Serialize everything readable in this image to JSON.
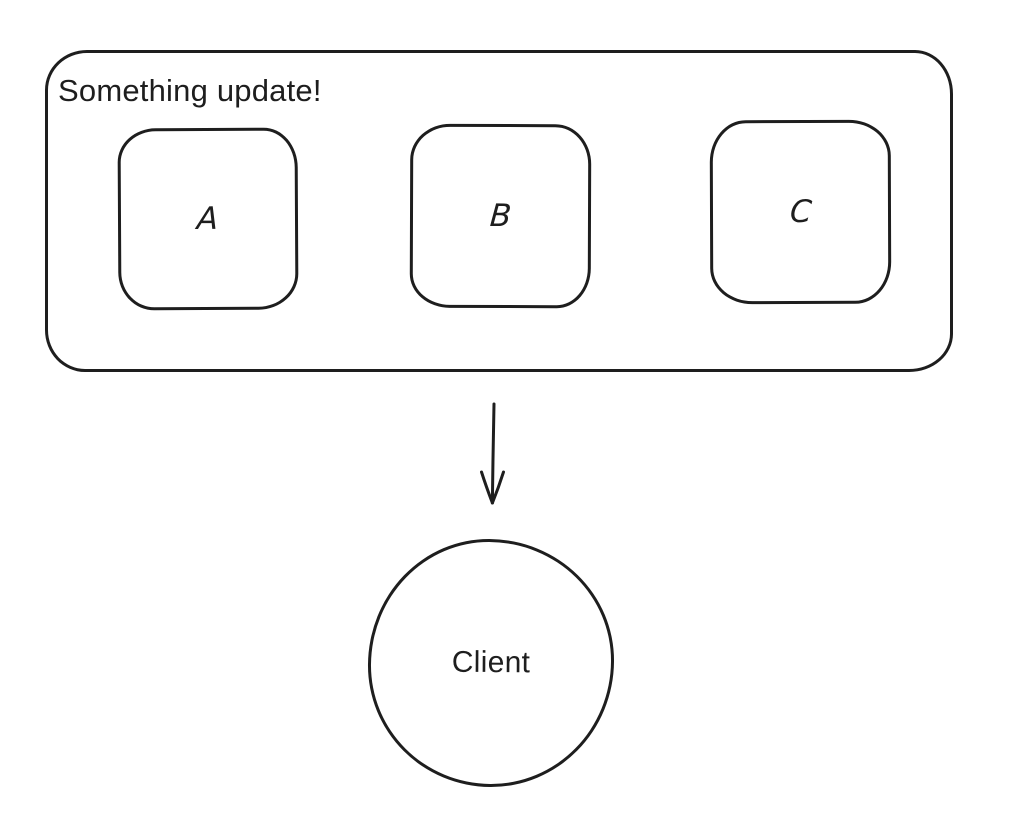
{
  "diagram": {
    "background_color": "#ffffff",
    "stroke_color": "#1e1e1e",
    "group": {
      "title": "Something update!",
      "nodes": [
        {
          "label": "A"
        },
        {
          "label": "B"
        },
        {
          "label": "C"
        }
      ]
    },
    "connector": {
      "icon": "down-arrow-icon",
      "from": "group-box",
      "to": "client-circle",
      "direction": "down"
    },
    "client": {
      "label": "Client",
      "shape": "circle"
    }
  }
}
